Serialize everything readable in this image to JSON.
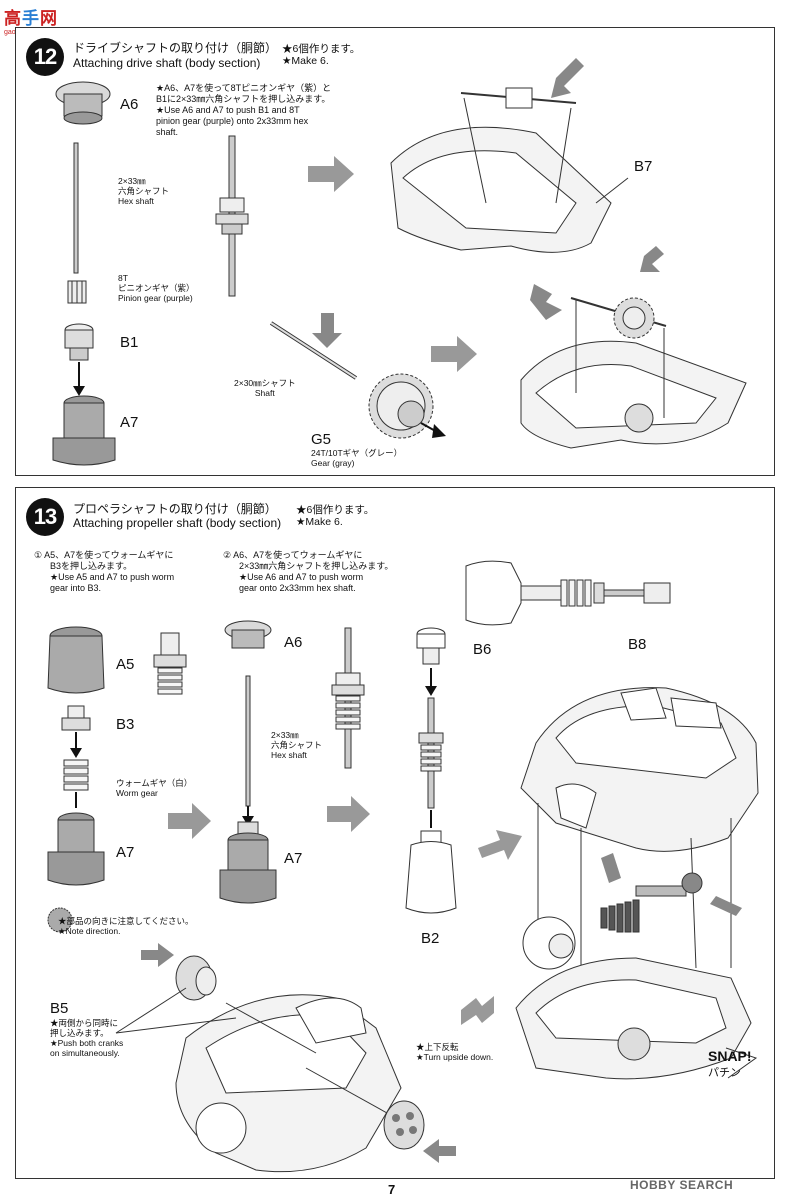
{
  "watermark": {
    "top_logo_chars": [
      "高",
      "手",
      "网"
    ],
    "top_url": "gao-shou.com",
    "bottom_logo": "HOBBY SEARCH"
  },
  "step12": {
    "number": "12",
    "title_jp": "ドライブシャフトの取り付け（胴節）",
    "title_en": "Attaching drive shaft (body section)",
    "make_jp": "★6個作ります。",
    "make_en": "★Make 6.",
    "instr_jp_1": "★A6、A7を使って8Tピニオンギヤ（紫）と",
    "instr_jp_2": "B1に2×33㎜六角シャフトを押し込みます。",
    "instr_en_1": "★Use A6 and A7 to push B1 and 8T",
    "instr_en_2": "pinion gear (purple) onto 2x33mm hex",
    "instr_en_3": "shaft.",
    "parts": {
      "a6": "A6",
      "b1": "B1",
      "a7": "A7",
      "b7": "B7",
      "g5": "G5"
    },
    "hex_shaft_size": "2×33㎜",
    "hex_shaft_jp": "六角シャフト",
    "hex_shaft_en": "Hex shaft",
    "pinion_8t": "8T",
    "pinion_jp": "ピニオンギヤ（紫）",
    "pinion_en": "Pinion gear (purple)",
    "shaft_jp": "2×30㎜シャフト",
    "shaft_en": "Shaft",
    "gear_jp": "24T/10Tギヤ（グレー）",
    "gear_en": "Gear (gray)"
  },
  "step13": {
    "number": "13",
    "title_jp": "プロペラシャフトの取り付け（胴節）",
    "title_en": "Attaching propeller shaft (body section)",
    "make_jp": "★6個作ります。",
    "make_en": "★Make 6.",
    "sub1_num": "①",
    "sub1_jp_1": "A5、A7を使ってウォームギヤに",
    "sub1_jp_2": "B3を押し込みます。",
    "sub1_en_1": "★Use A5 and A7 to push worm",
    "sub1_en_2": "gear into B3.",
    "sub2_num": "②",
    "sub2_jp_1": "A6、A7を使ってウォームギヤに",
    "sub2_jp_2": "2×33㎜六角シャフトを押し込みます。",
    "sub2_en_1": "★Use A6 and A7 to push worm",
    "sub2_en_2": "gear onto 2x33mm hex shaft.",
    "parts": {
      "a5": "A5",
      "b3": "B3",
      "a7_left": "A7",
      "a6": "A6",
      "a7_mid": "A7",
      "b6": "B6",
      "b2": "B2",
      "b8": "B8",
      "b5": "B5"
    },
    "worm_jp": "ウォームギヤ（白）",
    "worm_en": "Worm gear",
    "hex_shaft_size": "2×33㎜",
    "hex_shaft_jp": "六角シャフト",
    "hex_shaft_en": "Hex shaft",
    "note_dir_jp": "★部品の向きに注意してください。",
    "note_dir_en": "★Note direction.",
    "b5_jp_1": "★両側から同時に",
    "b5_jp_2": "押し込みます。",
    "b5_en_1": "★Push both cranks",
    "b5_en_2": "on simultaneously.",
    "upside_jp": "★上下反転",
    "upside_en": "★Turn upside down.",
    "snap_en": "SNAP!",
    "snap_jp": "パチン"
  },
  "page_number": "7"
}
